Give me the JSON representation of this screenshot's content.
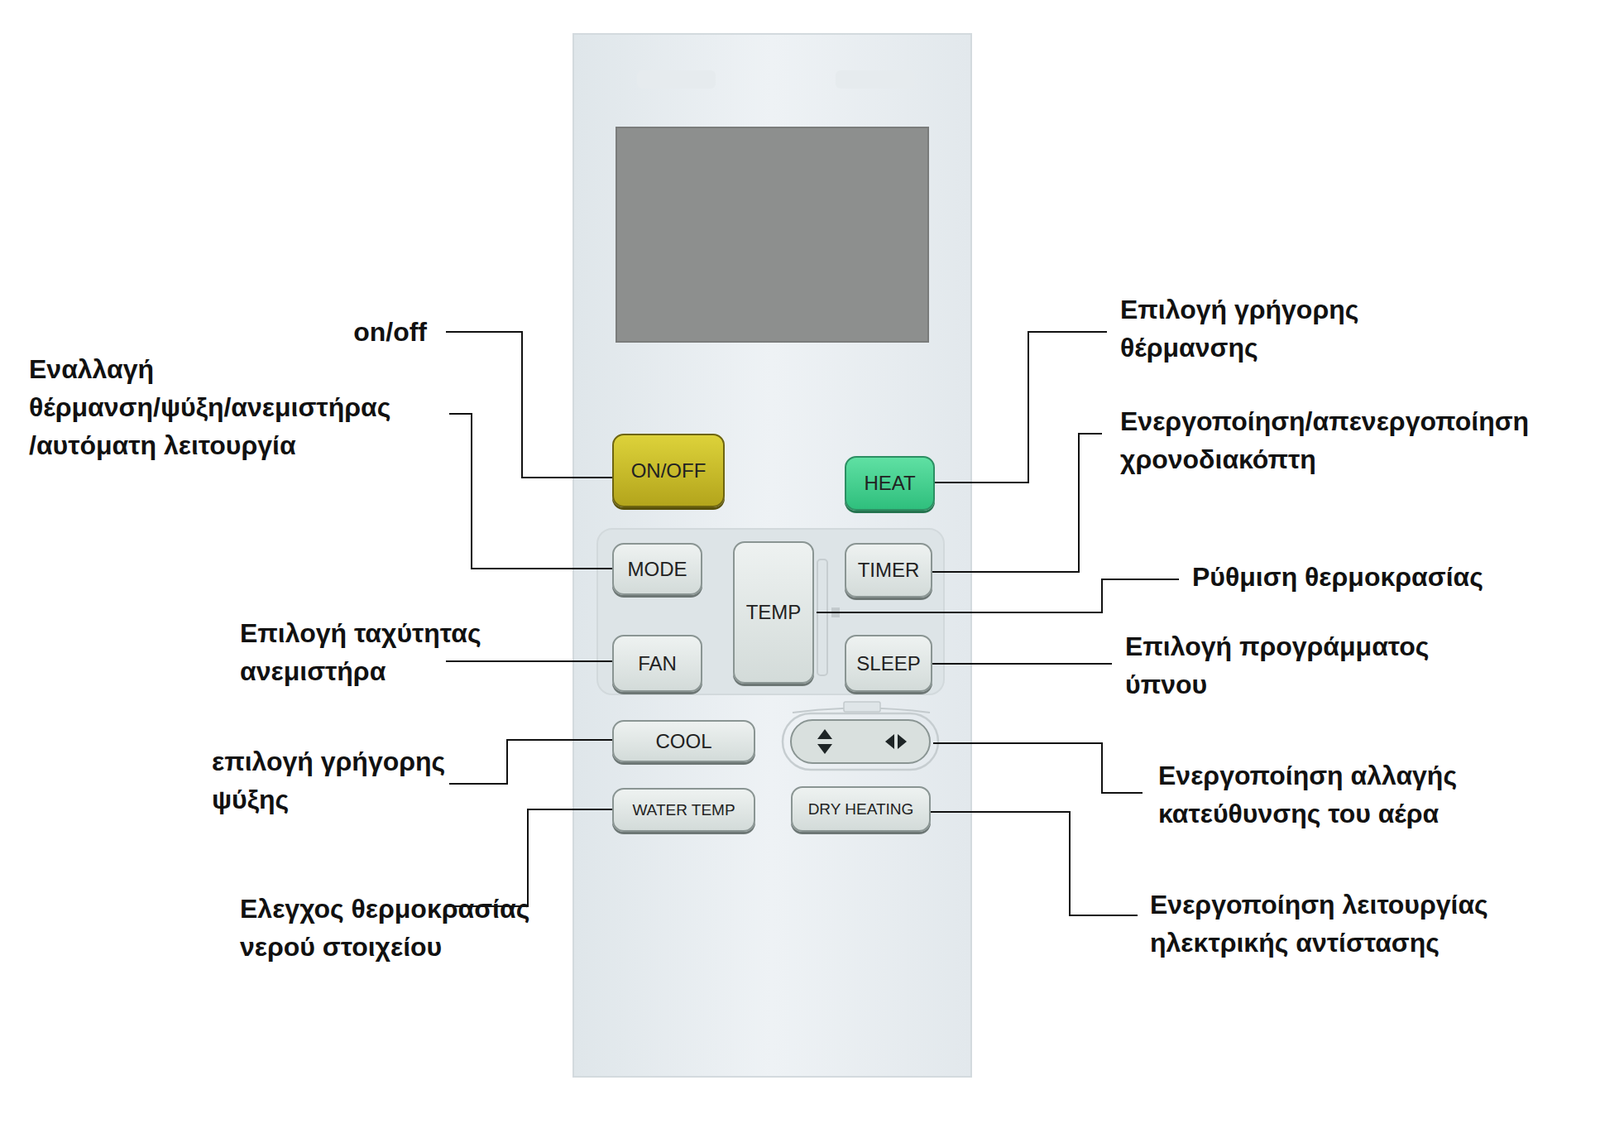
{
  "diagram": {
    "nodes": [
      {
        "text": [
          "ON/OFF"
        ]
      },
      {
        "text": [
          "HEAT"
        ]
      },
      {
        "text": [
          "MODE"
        ]
      },
      {
        "text": [
          "TEMP"
        ]
      },
      {
        "text": [
          "TIMER"
        ]
      },
      {
        "text": [
          "FAN"
        ]
      },
      {
        "text": [
          "SLEEP"
        ]
      },
      {
        "text": [
          "COOL"
        ]
      },
      {
        "text": [
          "WATER TEMP"
        ]
      },
      {
        "text": [
          "DRY HEATING"
        ]
      }
    ],
    "labels": [
      "on/off",
      "Επιλογή γρήγορης θέρμανσης",
      "Εναλλαγή θέρμανση/ψύξη/ανεμιστήρας /αυτόματη λειτουργία",
      "Ενεργοποίηση/απενεργοποίηση χρονοδιακόπτη",
      "Ρύθμιση θερμοκρασίας",
      "Επιλογή ταχύτητας ανεμιστήρα",
      "Επιλογή προγράμματος ύπνου",
      "επιλογή γρήγορης ψύξης",
      "Ενεργοποίηση αλλαγής κατεύθυνσης του αέρα",
      "Ελεγχος θερμοκρασίας νερού στοιχείου",
      "Ενεργοποίηση λειτουργίας ηλεκτρικής αντίστασης"
    ]
  }
}
